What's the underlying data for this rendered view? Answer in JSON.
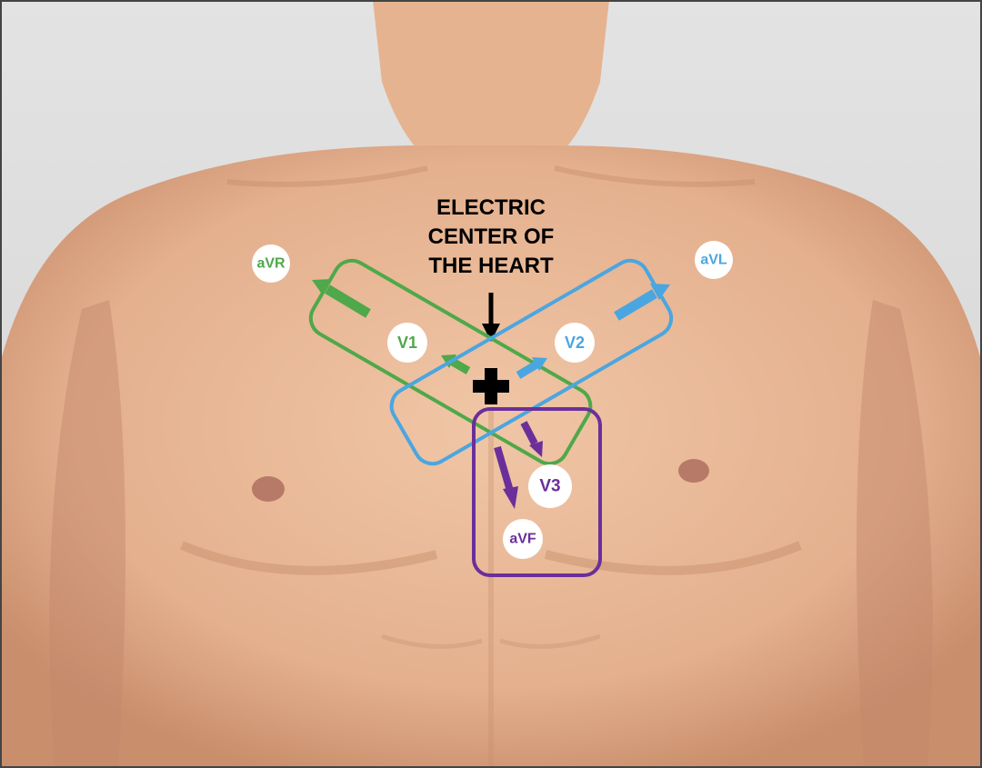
{
  "annotation": {
    "lines": [
      "ELECTRIC",
      "CENTER OF",
      "THE HEART"
    ]
  },
  "groups": [
    {
      "id": "green",
      "color": "#4fa84a",
      "labels": [
        "aVR",
        "V1"
      ]
    },
    {
      "id": "blue",
      "color": "#4aa6e0",
      "labels": [
        "V2",
        "aVL"
      ]
    },
    {
      "id": "purple",
      "color": "#6b2f9a",
      "labels": [
        "V3",
        "aVF"
      ]
    }
  ],
  "colors": {
    "skin": "#e8b896",
    "background": "#dcdcdc",
    "center_marker": "#000000"
  }
}
